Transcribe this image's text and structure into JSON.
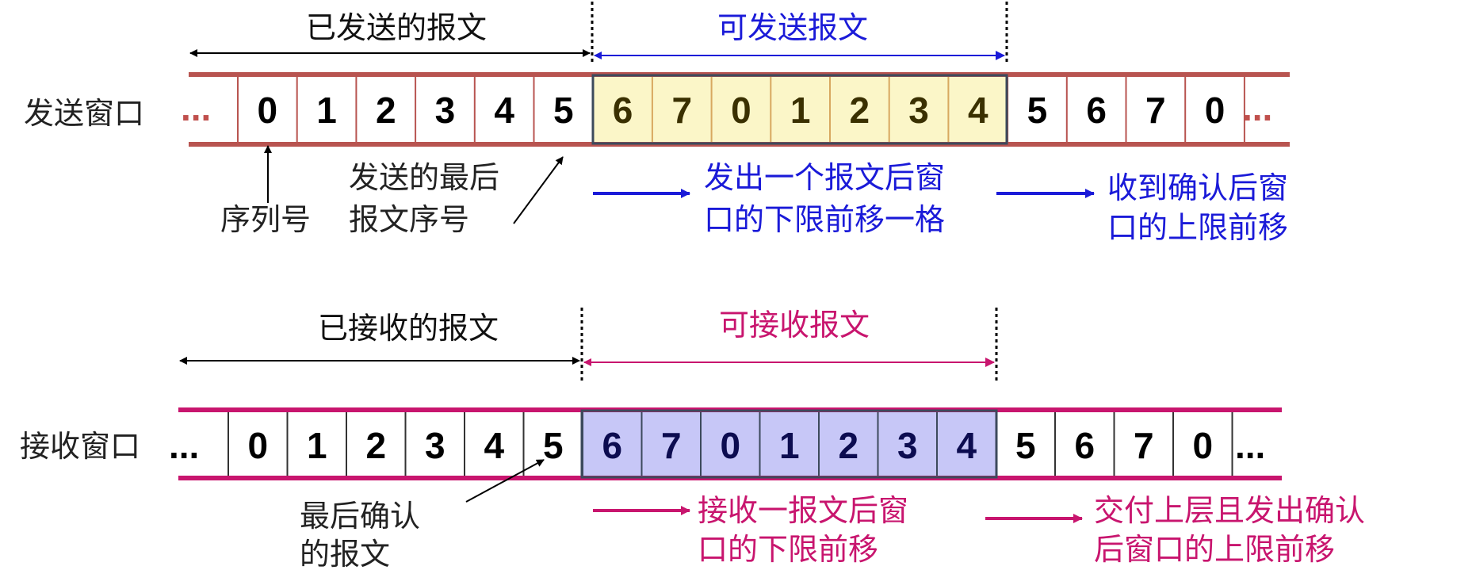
{
  "send": {
    "row_label": "发送窗口",
    "sent_label": "已发送的报文",
    "window_label": "可发送报文",
    "cells_before": [
      "0",
      "1",
      "2",
      "3",
      "4",
      "5"
    ],
    "cells_window": [
      "6",
      "7",
      "0",
      "1",
      "2",
      "3",
      "4"
    ],
    "cells_after": [
      "5",
      "6",
      "7",
      "0"
    ],
    "ellipsis": "...",
    "seq_label": "序列号",
    "last_sent_line1": "发送的最后",
    "last_sent_line2": "报文序号",
    "lower_move_line1": "发出一个报文后窗",
    "lower_move_line2": "口的下限前移一格",
    "upper_move_line1": "收到确认后窗",
    "upper_move_line2": "口的上限前移"
  },
  "recv": {
    "row_label": "接收窗口",
    "received_label": "已接收的报文",
    "window_label": "可接收报文",
    "cells_before": [
      "0",
      "1",
      "2",
      "3",
      "4",
      "5"
    ],
    "cells_window": [
      "6",
      "7",
      "0",
      "1",
      "2",
      "3",
      "4"
    ],
    "cells_after": [
      "5",
      "6",
      "7",
      "0"
    ],
    "ellipsis": "...",
    "last_ack_line1": "最后确认",
    "last_ack_line2": "的报文",
    "lower_move_line1": "接收一报文后窗",
    "lower_move_line2": "口的下限前移",
    "upper_move_line1": "交付上层且发出确认",
    "upper_move_line2": "后窗口的上限前移"
  },
  "colors": {
    "send_band": "#b85450",
    "send_window_fill": "#fbf6c8",
    "send_window_border": "#3c4a5c",
    "recv_band": "#c8156e",
    "recv_window_fill": "#c7c7f7",
    "recv_window_border": "#3c4a5c",
    "blue_text": "#1a1ad8",
    "pink_text": "#c8156e"
  }
}
